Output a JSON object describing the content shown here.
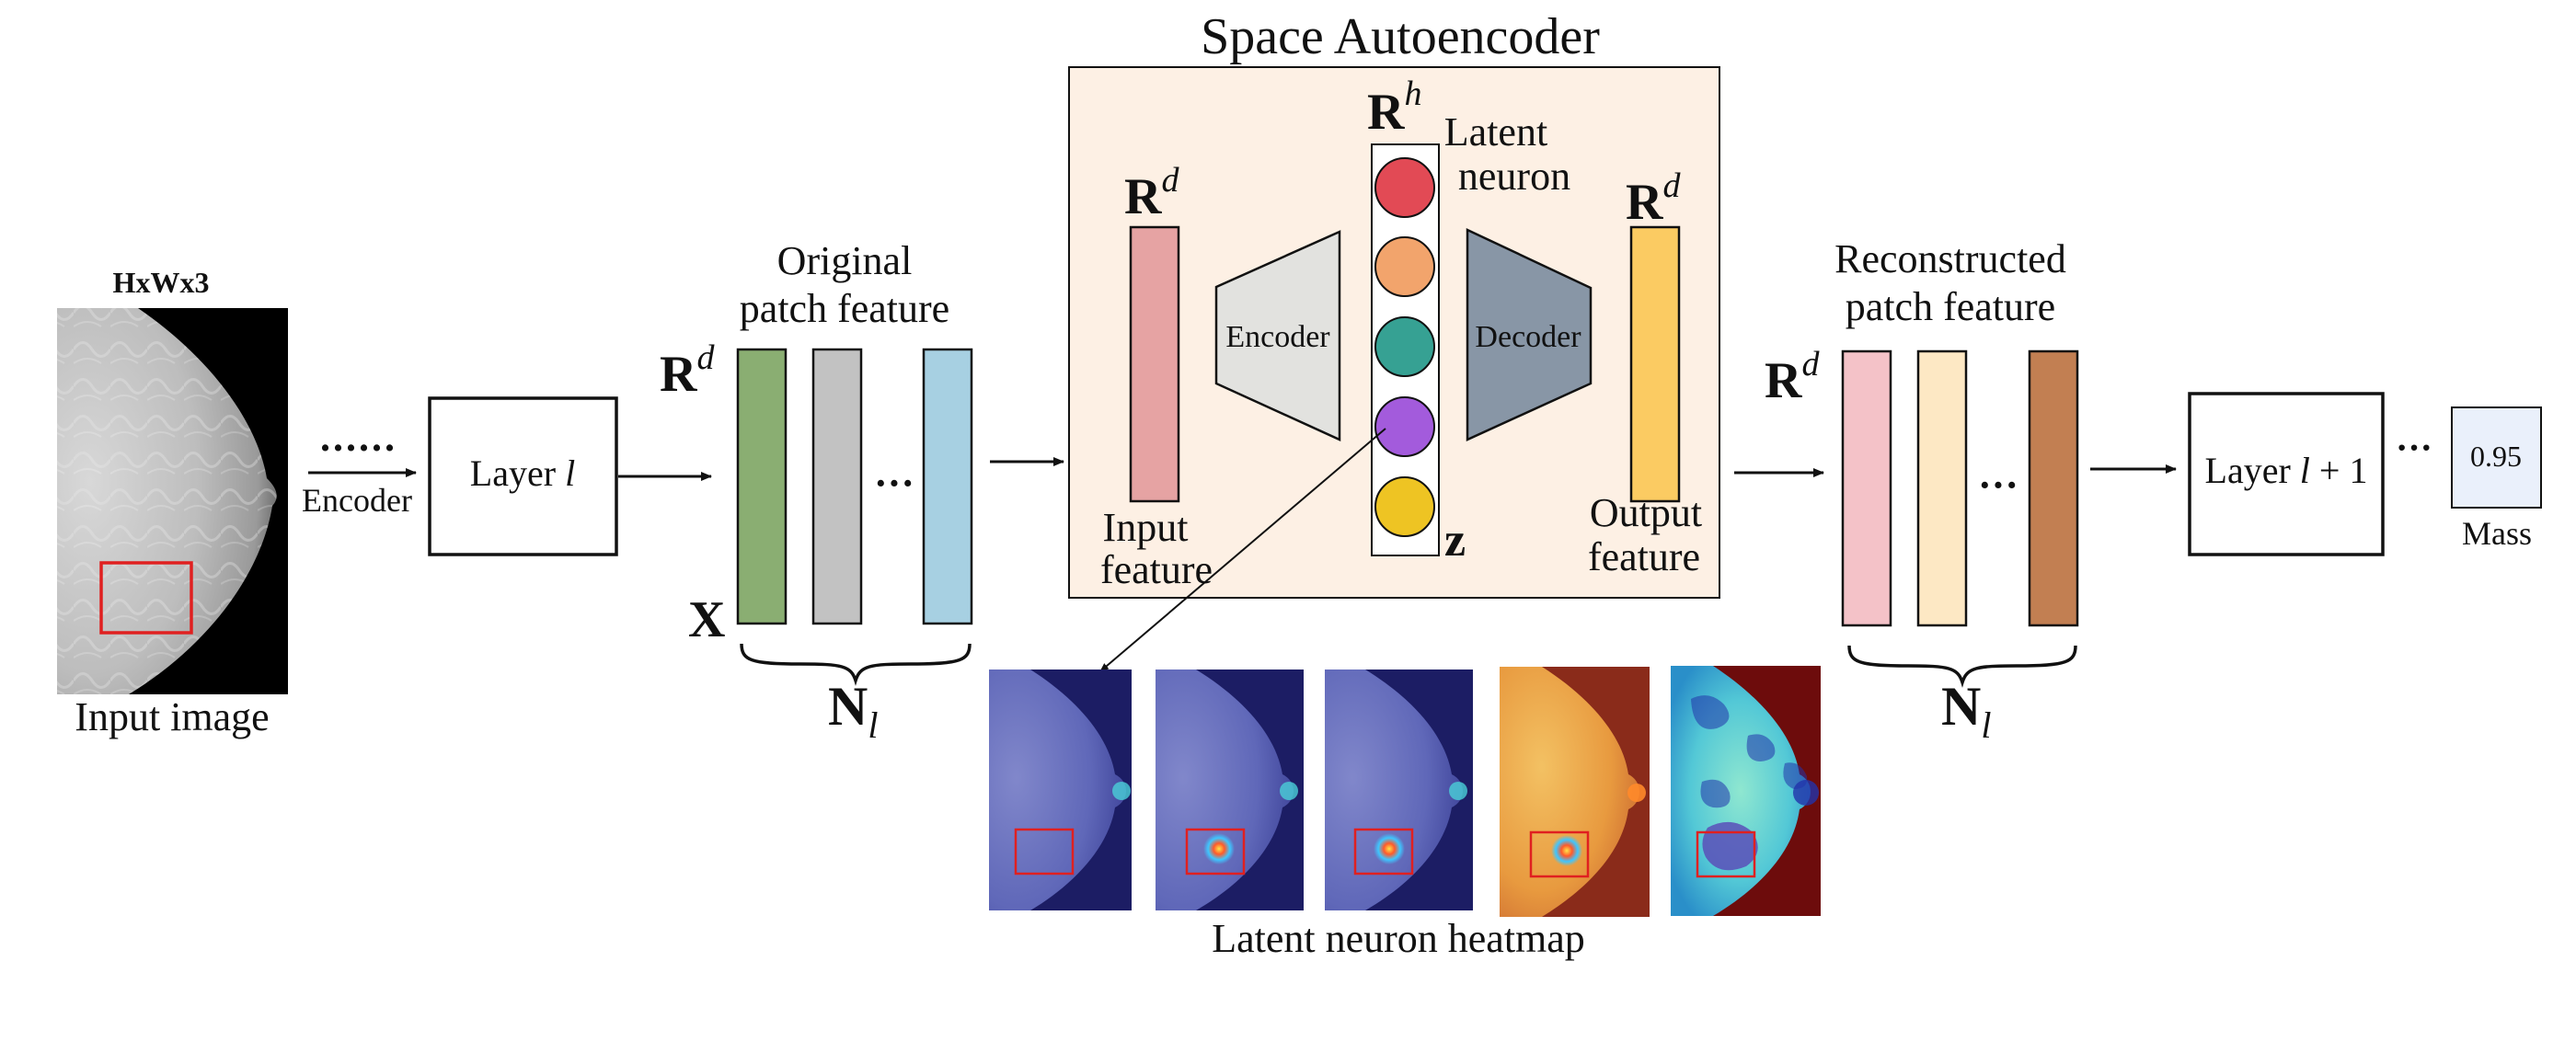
{
  "input_image": {
    "size_label": "HxWx3",
    "caption": "Input image"
  },
  "encoder_dots": "......",
  "encoder_label": "Encoder",
  "layer_l": {
    "text": "Layer ",
    "var": "l"
  },
  "space_symbol": "R",
  "sup_d": "d",
  "sup_h": "h",
  "x_symbol": "X",
  "z_symbol": "z",
  "n_symbol": "N",
  "n_sub": "l",
  "ellipsis": "···",
  "original_feature": {
    "line1": "Original",
    "line2": "patch feature"
  },
  "space_autoencoder": {
    "title": "Space Autoencoder",
    "encoder": "Encoder",
    "decoder": "Decoder",
    "latent_line1": "Latent",
    "latent_line2": "neuron",
    "input_line1": "Input",
    "input_line2": "feature",
    "output_line1": "Output",
    "output_line2": "feature"
  },
  "reconstructed_feature": {
    "line1": "Reconstructed",
    "line2": "patch feature"
  },
  "layer_l1": {
    "text": "Layer ",
    "var": "l",
    "suffix": " + 1"
  },
  "output": {
    "value": "0.95",
    "label": "Mass"
  },
  "heatmap_caption": "Latent neuron heatmap",
  "colors": {
    "panel_bg": "#fdf0e4",
    "orig_bars": [
      "#8aae72",
      "#c2c2c2",
      "#a7d0e2"
    ],
    "recon_bars": [
      "#f4c2c8",
      "#fde8c4",
      "#c27f52"
    ],
    "input_bar": "#e6a3a3",
    "output_bar": "#fbcb62",
    "encoder_fill": "#e2e2df",
    "decoder_fill": "#8896a6",
    "neurons": [
      "#e24a55",
      "#f2a46c",
      "#36a193",
      "#a35bdc",
      "#eec423"
    ],
    "result_fill": "#eaf0fb",
    "bbox_red": "#e02020"
  }
}
